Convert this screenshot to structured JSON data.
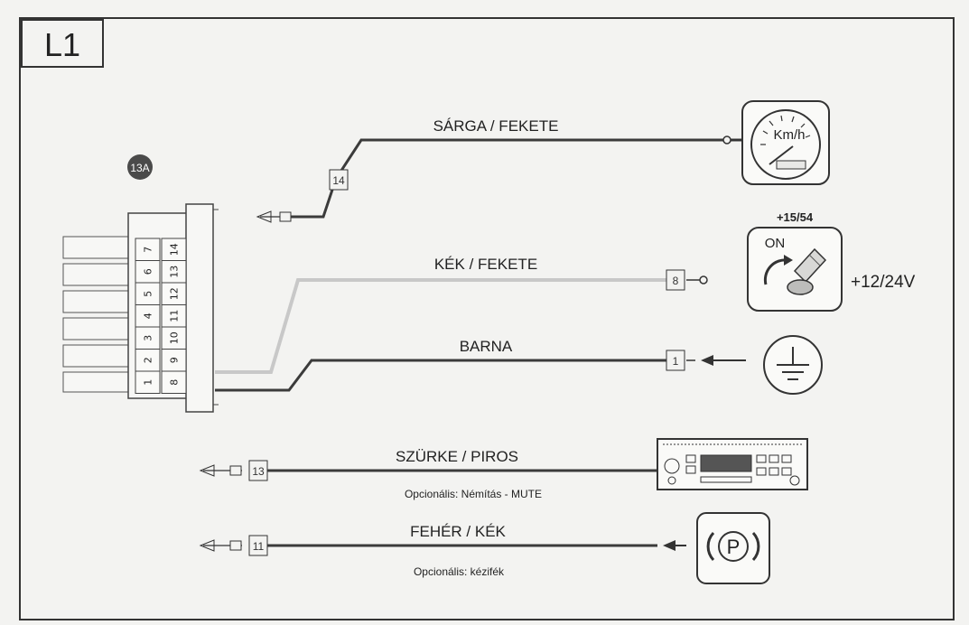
{
  "panel": {
    "id": "L1"
  },
  "connector": {
    "id": "13A",
    "pins_top": [
      "7",
      "6",
      "5",
      "4",
      "3",
      "2",
      "1"
    ],
    "pins_bottom": [
      "14",
      "13",
      "12",
      "11",
      "10",
      "9",
      "8"
    ]
  },
  "wires": [
    {
      "key": "w14",
      "label": "SÁRGA / FEKETE",
      "pin": "14",
      "note": ""
    },
    {
      "key": "w8",
      "label": "KÉK / FEKETE",
      "pin": "8",
      "note": ""
    },
    {
      "key": "w1",
      "label": "BARNA",
      "pin": "1",
      "note": ""
    },
    {
      "key": "w13",
      "label": "SZÜRKE / PIROS",
      "pin": "13",
      "note": "Opcionális: Némítás - MUTE"
    },
    {
      "key": "w11",
      "label": "FEHÉR / KÉK",
      "pin": "11",
      "note": "Opcionális: kézifék"
    }
  ],
  "devices": {
    "speedometer": {
      "icon": "speedometer-icon",
      "text": "Km/h"
    },
    "ignition": {
      "icon": "ignition-key-icon",
      "terminal": "+15/54",
      "state": "ON",
      "voltage": "+12/24V"
    },
    "ground": {
      "icon": "ground-icon"
    },
    "radio": {
      "icon": "car-radio-icon"
    },
    "handbrake": {
      "icon": "parking-brake-icon",
      "text": "P"
    }
  },
  "colors": {
    "badge": "#4a4a4a",
    "wire_dark": "#3b3b3b",
    "wire_light": "#c8c8c8",
    "background": "#f3f3f1"
  }
}
